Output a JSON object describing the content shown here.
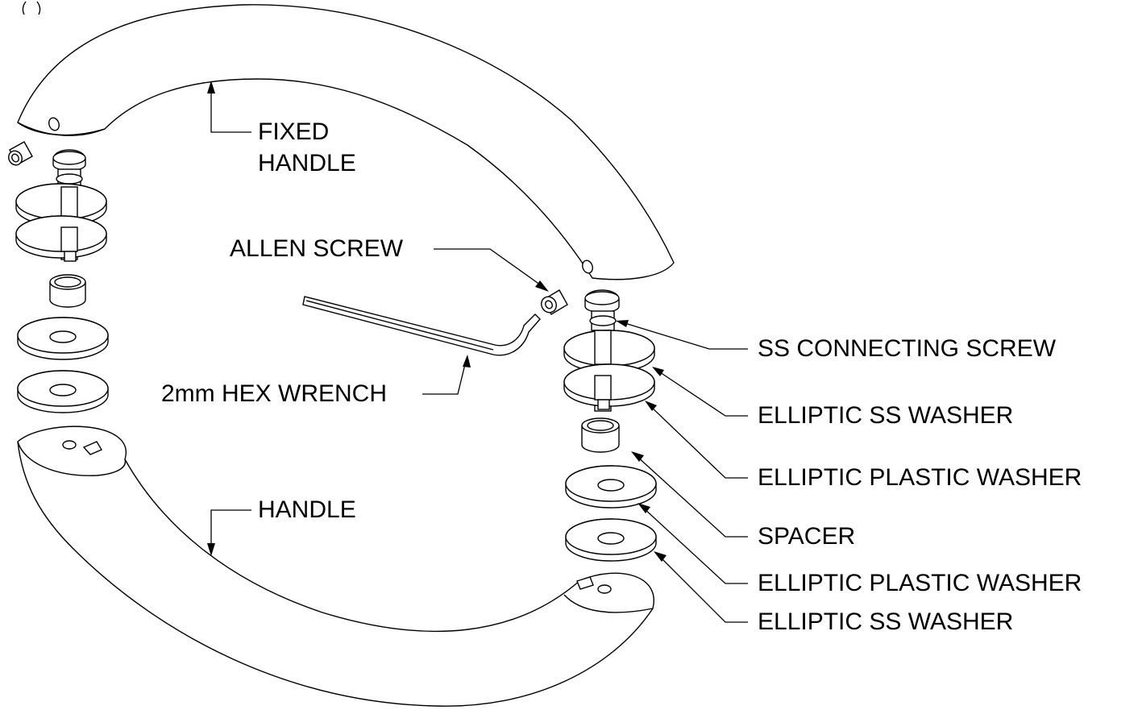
{
  "figure_mark": ")(",
  "labels": {
    "fixed_handle_line1": "FIXED",
    "fixed_handle_line2": "HANDLE",
    "allen_screw": "ALLEN SCREW",
    "hex_wrench": "2mm HEX WRENCH",
    "handle": "HANDLE",
    "ss_connecting_screw": "SS CONNECTING SCREW",
    "elliptic_ss_washer_top": "ELLIPTIC SS WASHER",
    "elliptic_plastic_washer_top": "ELLIPTIC PLASTIC WASHER",
    "spacer": "SPACER",
    "elliptic_plastic_washer_bottom": "ELLIPTIC PLASTIC WASHER",
    "elliptic_ss_washer_bottom": "ELLIPTIC SS WASHER"
  }
}
